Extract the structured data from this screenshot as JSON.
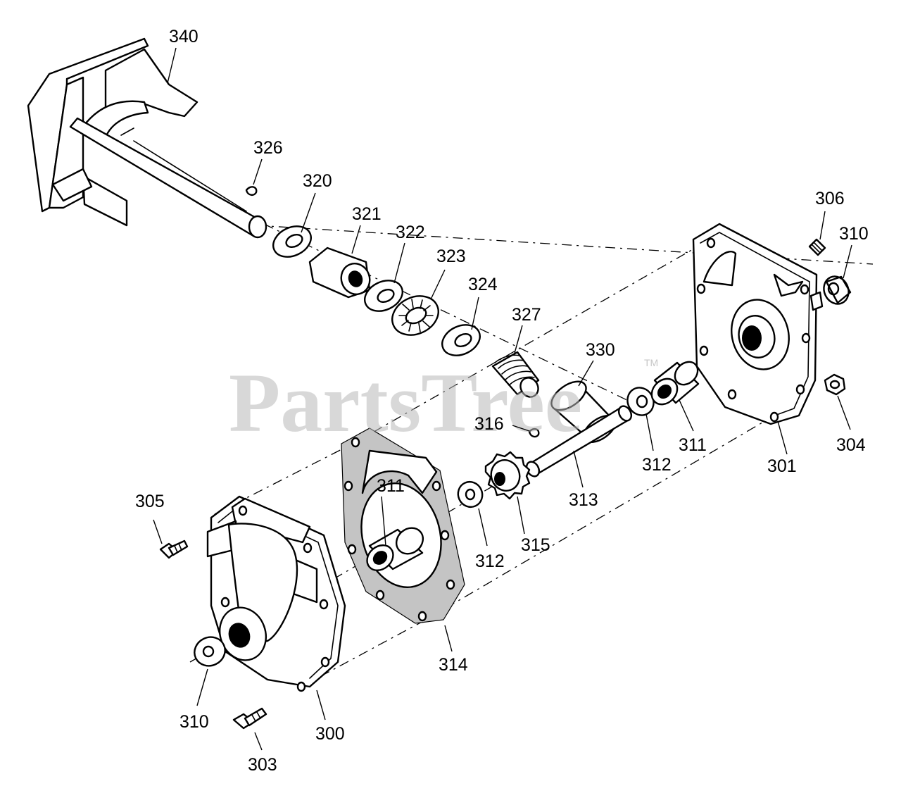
{
  "watermark": {
    "text": "PartsTree",
    "trademark": "TM"
  },
  "callouts": [
    {
      "id": "c340",
      "label": "340"
    },
    {
      "id": "c326",
      "label": "326"
    },
    {
      "id": "c320",
      "label": "320"
    },
    {
      "id": "c321",
      "label": "321"
    },
    {
      "id": "c322",
      "label": "322"
    },
    {
      "id": "c323",
      "label": "323"
    },
    {
      "id": "c324",
      "label": "324"
    },
    {
      "id": "c327",
      "label": "327"
    },
    {
      "id": "c330",
      "label": "330"
    },
    {
      "id": "c316",
      "label": "316"
    },
    {
      "id": "c311a",
      "label": "311"
    },
    {
      "id": "c305",
      "label": "305"
    },
    {
      "id": "c312a",
      "label": "312"
    },
    {
      "id": "c315",
      "label": "315"
    },
    {
      "id": "c313",
      "label": "313"
    },
    {
      "id": "c312b",
      "label": "312"
    },
    {
      "id": "c311b",
      "label": "311"
    },
    {
      "id": "c306",
      "label": "306"
    },
    {
      "id": "c310a",
      "label": "310"
    },
    {
      "id": "c301",
      "label": "301"
    },
    {
      "id": "c304",
      "label": "304"
    },
    {
      "id": "c314",
      "label": "314"
    },
    {
      "id": "c310b",
      "label": "310"
    },
    {
      "id": "c300",
      "label": "300"
    },
    {
      "id": "c303",
      "label": "303"
    }
  ]
}
